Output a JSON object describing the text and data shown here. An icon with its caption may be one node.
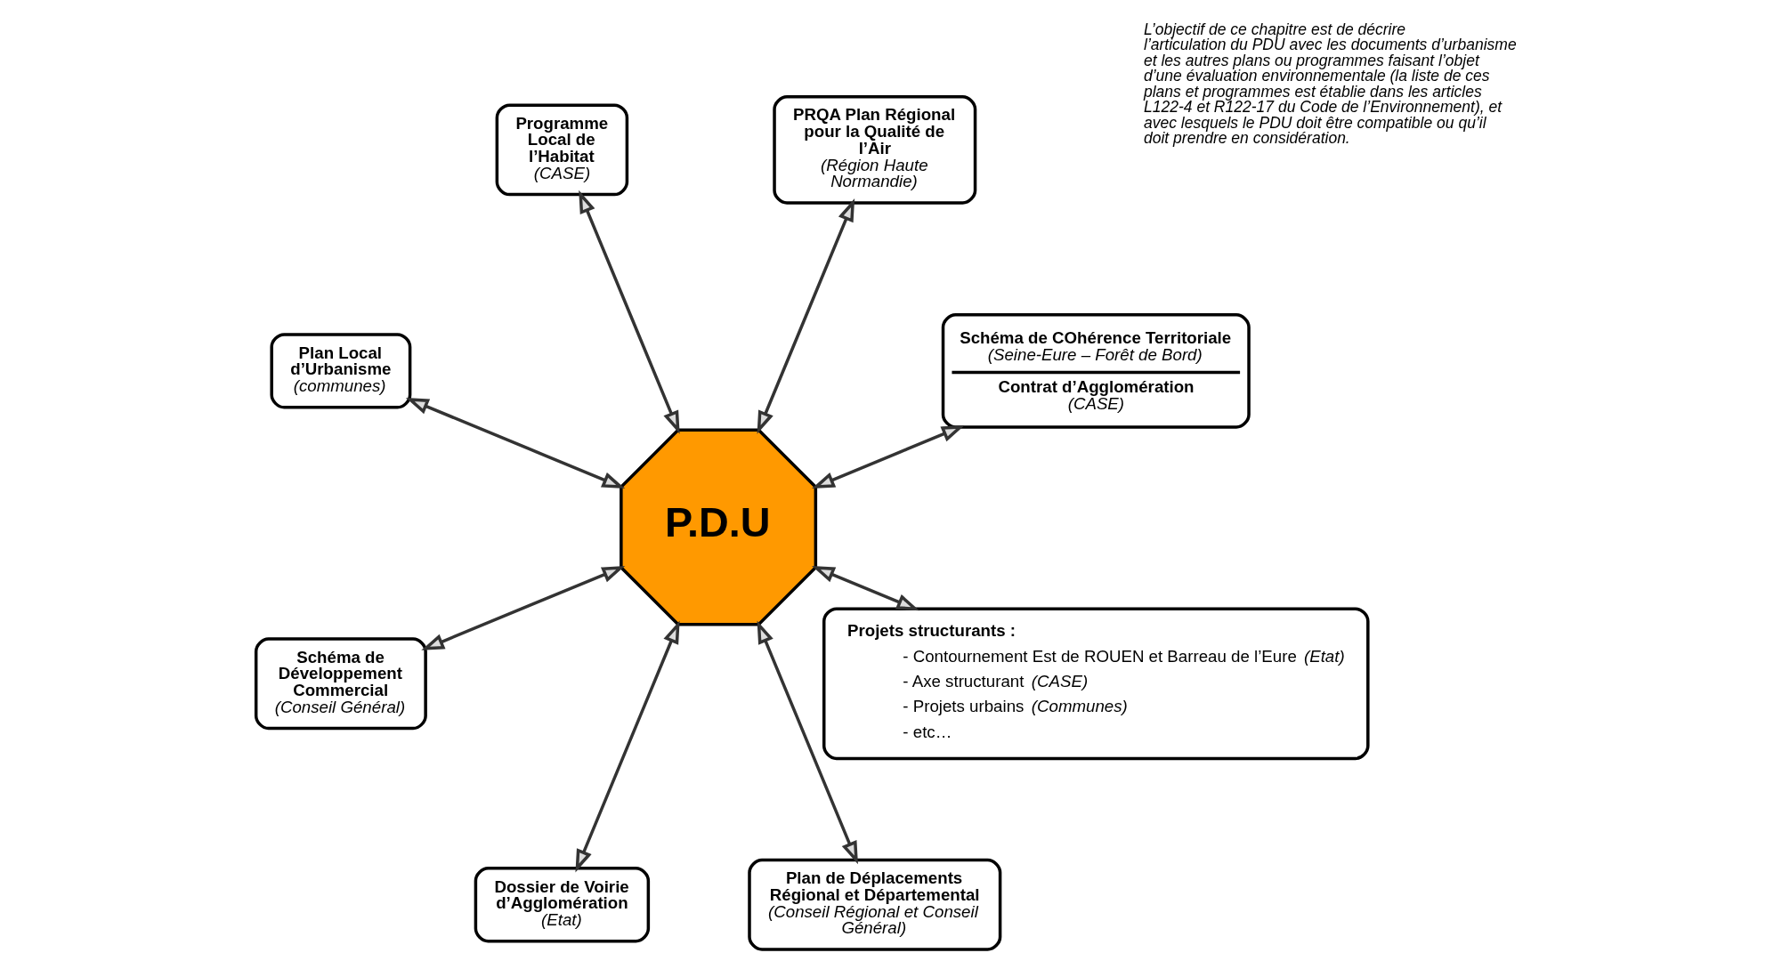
{
  "diagram": {
    "nodes": [
      {
        "text": [
          "Schéma de COhérence Territoriale",
          "(Seine-Eure – Forêt de Bord)",
          "Contrat d’Agglomération",
          "(CASE)"
        ]
      },
      {
        "text": [
          "PRQA Plan Régional pour la Qualité de l’Air",
          "(Région Haute Normandie)"
        ]
      },
      {
        "text": [
          "Programme Local de l’Habitat",
          "(CASE)"
        ]
      },
      {
        "text": [
          "Plan Local d’Urbanisme",
          "(communes)"
        ]
      },
      {
        "text": [
          "Schéma de Développement Commercial",
          "(Conseil Général)"
        ]
      },
      {
        "text": [
          "P.D.U"
        ]
      },
      {
        "text": [
          "Dossier de Voirie d’Agglomération",
          "(Etat)"
        ]
      },
      {
        "text": [
          "Plan de Déplacements Régional et Départemental",
          "(Conseil Régional et Conseil Général)"
        ]
      },
      {
        "text": [
          "Projets structurants :",
          "- Contournement Est de ROUEN et Barreau de l’Eure *(Etat)*",
          "- Axe structurant *(CASE)*",
          "- Projets urbains *(Communes)*",
          "- etc…"
        ]
      }
    ],
    "edges": [
      {
        "from": 5,
        "to": 0,
        "arrow": "both"
      },
      {
        "from": 5,
        "to": 1,
        "arrow": "both"
      },
      {
        "from": 5,
        "to": 2,
        "arrow": "both"
      },
      {
        "from": 5,
        "to": 3,
        "arrow": "both"
      },
      {
        "from": 5,
        "to": 4,
        "arrow": "both"
      },
      {
        "from": 5,
        "to": 6,
        "arrow": "both"
      },
      {
        "from": 5,
        "to": 7,
        "arrow": "both"
      },
      {
        "from": 5,
        "to": 8,
        "arrow": "both"
      }
    ],
    "labels": [
      "L’objectif de ce chapitre est de décrire l’articulation du PDU avec les documents d’urbanisme et les autres plans ou programmes faisant l’objet d’une évaluation environnementale (la liste de ces plans et programmes est établie dans les articles L122-4 et R122-17 du Code de l’Environnement), et avec lesquels le PDU doit être compatible ou qu’il doit prendre en considération."
    ]
  }
}
